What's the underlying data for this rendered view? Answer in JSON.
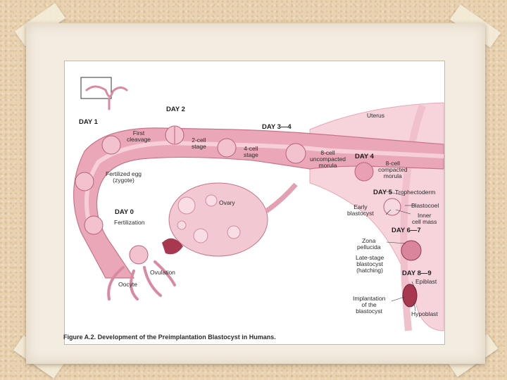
{
  "figure": {
    "caption": "Figure A.2. Development of the Preimplantation Blastocyst in Humans.",
    "days": {
      "day1": "DAY 1",
      "day2": "DAY 2",
      "day34": "DAY 3—4",
      "day4": "DAY 4",
      "day5": "DAY 5",
      "day0": "DAY 0",
      "day67": "DAY 6—7",
      "day89": "DAY 8—9"
    },
    "labels": {
      "uterus": "Uterus",
      "first_cleavage_1": "First",
      "first_cleavage_2": "cleavage",
      "two_cell_1": "2-cell",
      "two_cell_2": "stage",
      "four_cell_1": "4-cell",
      "four_cell_2": "stage",
      "eight_unc_1": "8-cell",
      "eight_unc_2": "uncompacted",
      "eight_unc_3": "morula",
      "eight_comp_1": "8-cell",
      "eight_comp_2": "compacted",
      "eight_comp_3": "morula",
      "fert_egg_1": "Fertilized egg",
      "fert_egg_2": "(zygote)",
      "ovary": "Ovary",
      "trophectoderm": "Trophectoderm",
      "blastocoel": "Blastocoel",
      "early_blast_1": "Early",
      "early_blast_2": "blastocyst",
      "inner_mass_1": "Inner",
      "inner_mass_2": "cell mass",
      "fertilization": "Fertilization",
      "zona_1": "Zona",
      "zona_2": "pellucida",
      "late_blast_1": "Late-stage",
      "late_blast_2": "blastocyst",
      "late_blast_3": "(hatching)",
      "ovulation": "Ovulation",
      "oocyte": "Oocyte",
      "epiblast": "Epiblast",
      "implant_1": "Implantation",
      "implant_2": "of the",
      "implant_3": "blastocyst",
      "hypoblast": "Hypoblast"
    }
  },
  "colors": {
    "tube": "#e9a9b8",
    "tube_dark": "#c9738a",
    "uterus": "#f7d4dc",
    "cell": "#f0b4c4",
    "mat": "#f3ece0",
    "background": "#e8d2b0"
  }
}
